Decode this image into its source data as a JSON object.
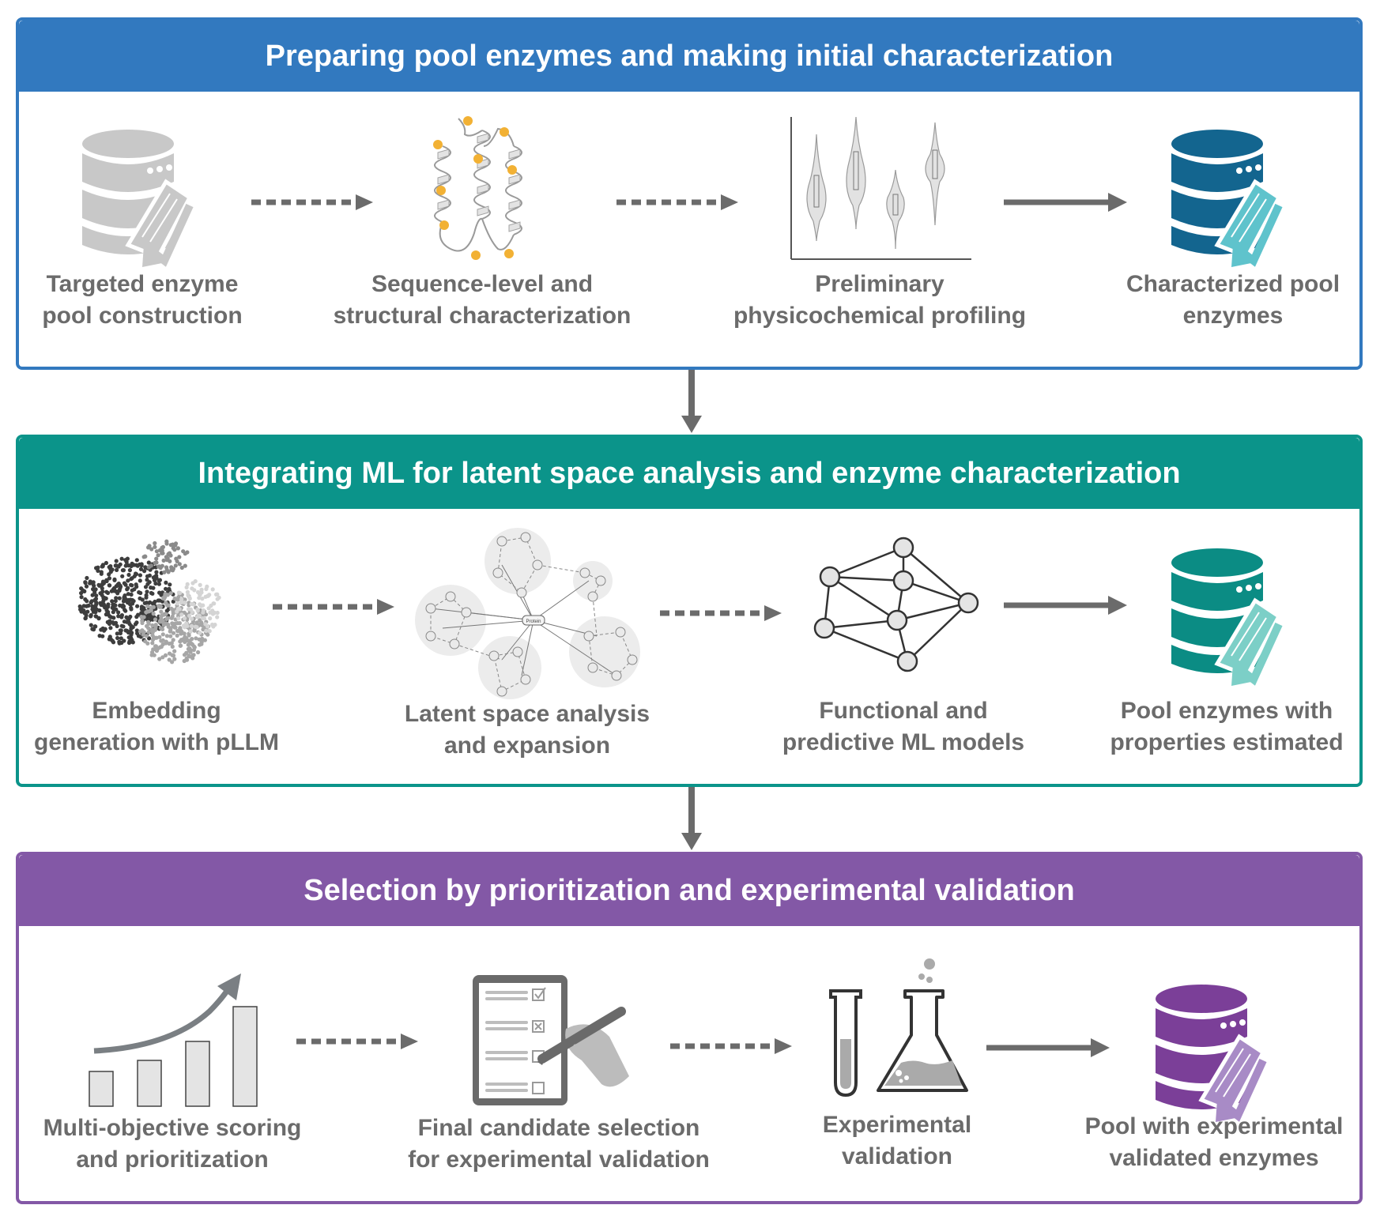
{
  "panels": [
    {
      "title": "Preparing pool enzymes and making initial characterization",
      "color": "#3279bf",
      "steps": [
        {
          "label": "Targeted enzyme pool construction",
          "lines": [
            "Targeted enzyme",
            "pool construction"
          ],
          "icon": "database-protein-icon"
        },
        {
          "label": "Sequence-level and structural characterization",
          "lines": [
            "Sequence-level and",
            "structural characterization"
          ],
          "icon": "protein-helix-structure-icon"
        },
        {
          "label": "Preliminary physicochemical profiling",
          "lines": [
            "Preliminary",
            "physicochemical profiling"
          ],
          "icon": "violin-plot-icon"
        },
        {
          "label": "Characterized pool enzymes",
          "lines": [
            "Characterized pool",
            "enzymes"
          ],
          "icon": "database-protein-icon"
        }
      ],
      "connectors": [
        "dashed-arrow",
        "dashed-arrow",
        "solid-arrow"
      ]
    },
    {
      "title": "Integrating ML for latent space analysis and enzyme characterization",
      "color": "#0b948a",
      "steps": [
        {
          "label": "Embedding generation with pLLM",
          "lines": [
            "Embedding",
            "generation with pLLM"
          ],
          "icon": "embedding-scatter-icon"
        },
        {
          "label": "Latent space analysis and expansion",
          "lines": [
            "Latent space analysis",
            "and expansion"
          ],
          "icon": "cluster-network-icon",
          "center_node": "Protein"
        },
        {
          "label": "Functional and predictive ML models",
          "lines": [
            "Functional and",
            "predictive ML models"
          ],
          "icon": "neural-graph-icon"
        },
        {
          "label": "Pool enzymes with properties estimated",
          "lines": [
            "Pool enzymes with",
            "properties estimated"
          ],
          "icon": "database-protein-icon"
        }
      ],
      "connectors": [
        "dashed-arrow",
        "dashed-arrow",
        "solid-arrow"
      ]
    },
    {
      "title": "Selection by prioritization and experimental validation",
      "color": "#8358a6",
      "steps": [
        {
          "label": "Multi-objective scoring and prioritization",
          "lines": [
            "Multi-objective scoring",
            "and prioritization"
          ],
          "icon": "bar-growth-chart-icon"
        },
        {
          "label": "Final candidate selection for experimental validation",
          "lines": [
            "Final candidate selection",
            "for experimental validation"
          ],
          "icon": "checklist-hand-icon"
        },
        {
          "label": "Experimental validation",
          "lines": [
            "Experimental",
            "validation"
          ],
          "icon": "test-tube-flask-icon"
        },
        {
          "label": "Pool with experimental validated enzymes",
          "lines": [
            "Pool with experimental",
            "validated enzymes"
          ],
          "icon": "database-protein-icon"
        }
      ],
      "connectors": [
        "dashed-arrow",
        "dashed-arrow",
        "solid-arrow"
      ]
    }
  ],
  "colors": {
    "db1": "#13658f",
    "db1_accent": "#5fc3cc",
    "db2": "#0b8c84",
    "db2_accent": "#7ccfc7",
    "db3": "#7b3f98",
    "db3_accent": "#a88bc6",
    "gray_icon": "#c8c8c8",
    "arrow": "#6b6b6b",
    "helix_dot": "#f2b134"
  }
}
